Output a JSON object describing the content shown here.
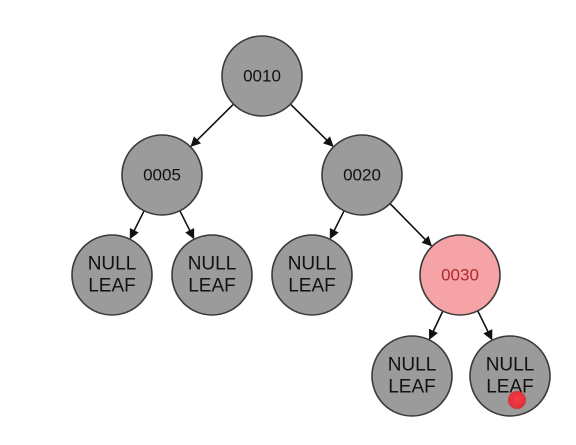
{
  "diagram": {
    "colors": {
      "black_node_fill": "#9b9b9b",
      "red_node_fill": "#f5a3a6",
      "black_text": "#111111",
      "red_text": "#b0282e",
      "edge": "#111111",
      "cursor_dot": "#e0202a"
    },
    "nodes": [
      {
        "id": "n10",
        "lines": [
          "0010"
        ],
        "color": "black"
      },
      {
        "id": "n5",
        "lines": [
          "0005"
        ],
        "color": "black"
      },
      {
        "id": "n20",
        "lines": [
          "0020"
        ],
        "color": "black"
      },
      {
        "id": "leaf1",
        "lines": [
          "NULL",
          "LEAF"
        ],
        "color": "black"
      },
      {
        "id": "leaf2",
        "lines": [
          "NULL",
          "LEAF"
        ],
        "color": "black"
      },
      {
        "id": "leaf3",
        "lines": [
          "NULL",
          "LEAF"
        ],
        "color": "black"
      },
      {
        "id": "n30",
        "lines": [
          "0030"
        ],
        "color": "red"
      },
      {
        "id": "leaf4",
        "lines": [
          "NULL",
          "LEAF"
        ],
        "color": "black"
      },
      {
        "id": "leaf5",
        "lines": [
          "NULL",
          "LEAF"
        ],
        "color": "black"
      }
    ],
    "edges": [
      {
        "from": "n10",
        "to": "n5"
      },
      {
        "from": "n10",
        "to": "n20"
      },
      {
        "from": "n5",
        "to": "leaf1"
      },
      {
        "from": "n5",
        "to": "leaf2"
      },
      {
        "from": "n20",
        "to": "leaf3"
      },
      {
        "from": "n20",
        "to": "n30"
      },
      {
        "from": "n30",
        "to": "leaf4"
      },
      {
        "from": "n30",
        "to": "leaf5"
      }
    ]
  }
}
